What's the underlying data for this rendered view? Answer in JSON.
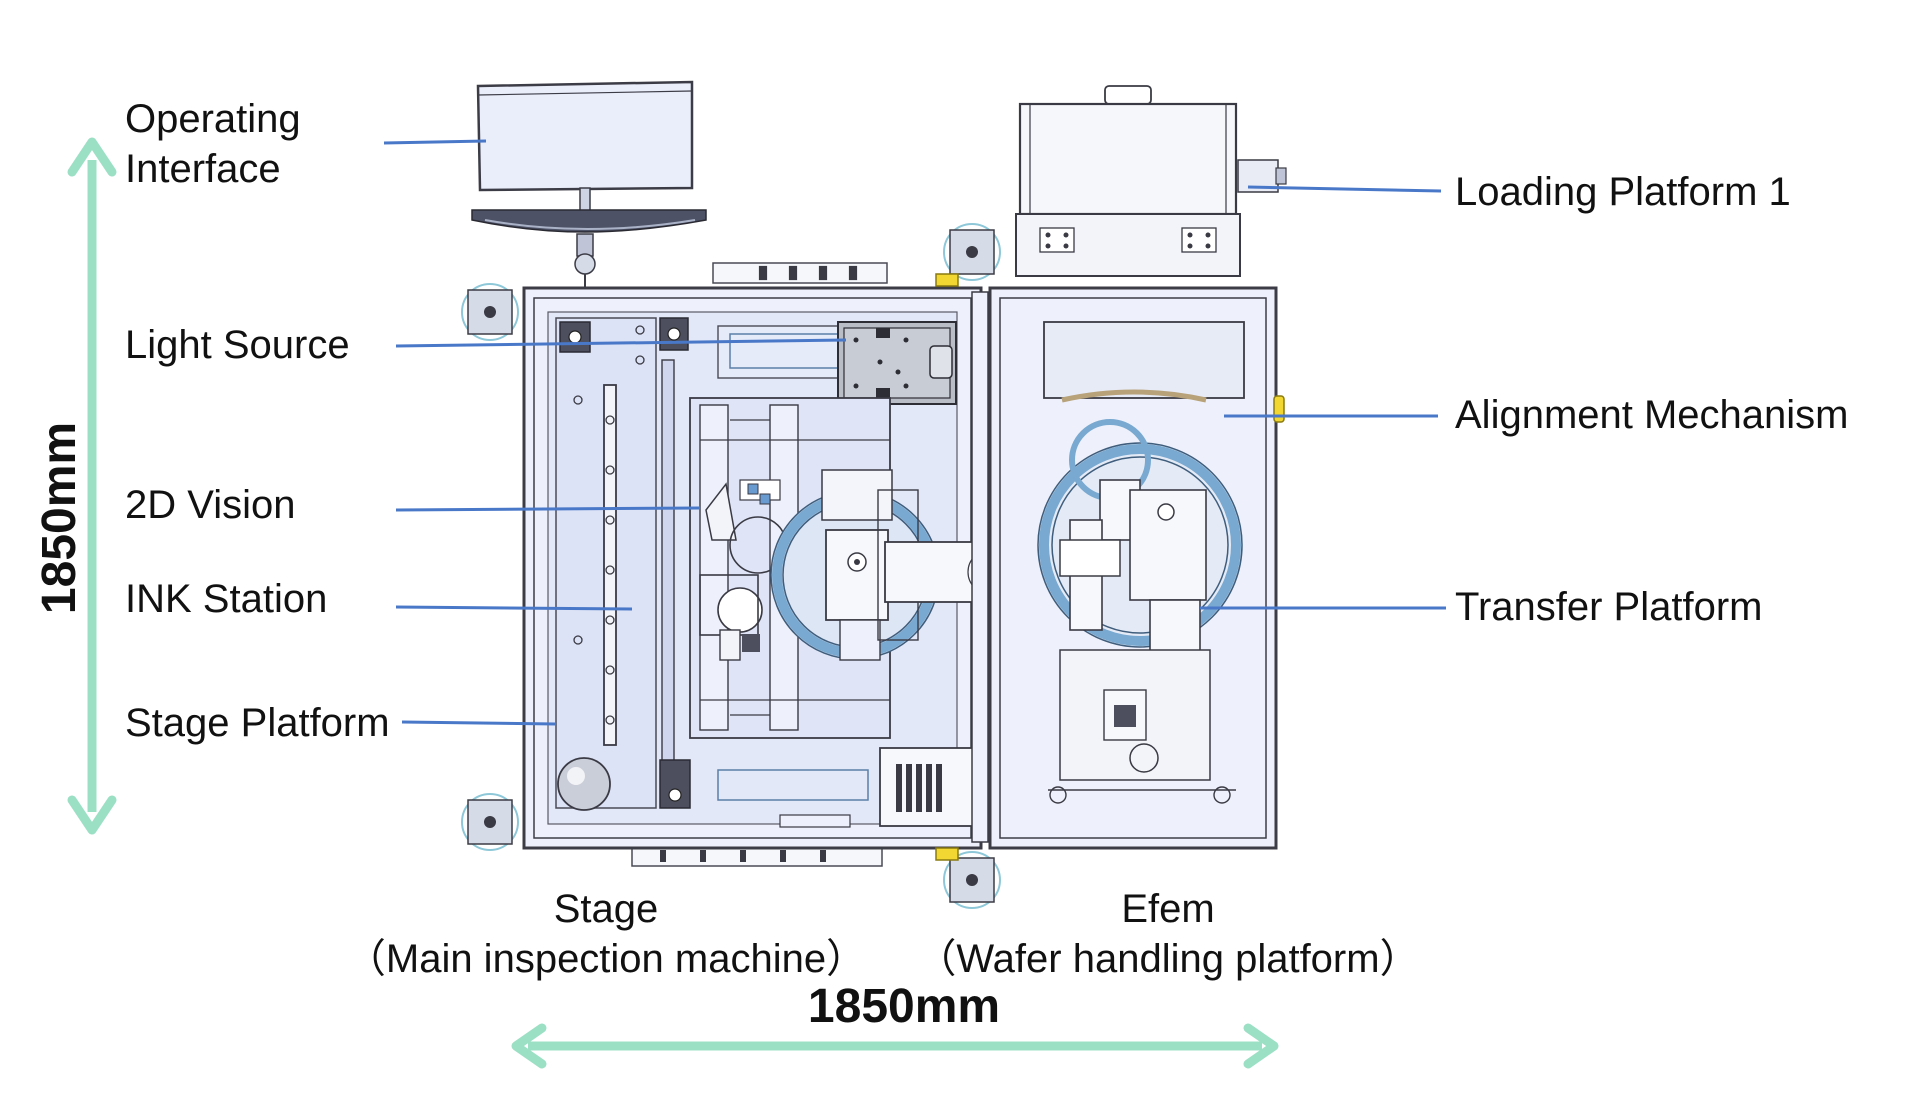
{
  "labels": {
    "operating_interface": [
      "Operating",
      "Interface"
    ],
    "light_source": "Light Source",
    "vision_2d": "2D Vision",
    "ink_station": "INK Station",
    "stage_platform": "Stage Platform",
    "loading_platform": "Loading Platform 1",
    "alignment_mechanism": "Alignment Mechanism",
    "transfer_platform": "Transfer Platform"
  },
  "captions": {
    "stage_title": "Stage",
    "stage_subtitle": "（Main inspection machine）",
    "efem_title": "Efem",
    "efem_subtitle": "（Wafer handling platform）"
  },
  "dimensions": {
    "width": "1850mm",
    "height": "1850mm"
  },
  "colors": {
    "arrow": "#9be0c4",
    "leader": "#4a78c8",
    "wafer_ring": "#79a9d0"
  }
}
